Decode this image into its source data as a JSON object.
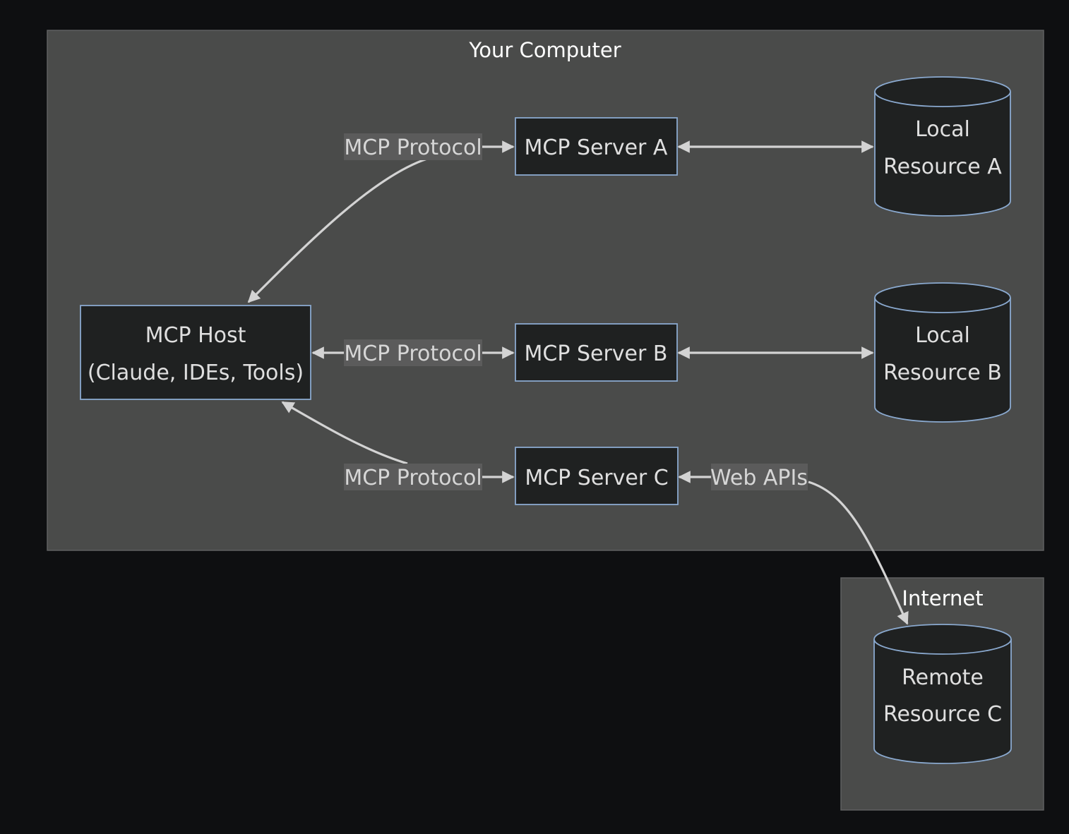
{
  "clusters": {
    "computer": {
      "title": "Your Computer"
    },
    "internet": {
      "title": "Internet"
    }
  },
  "nodes": {
    "host": {
      "line1": "MCP Host",
      "line2": "(Claude, IDEs, Tools)"
    },
    "server_a": {
      "label": "MCP Server A"
    },
    "server_b": {
      "label": "MCP Server B"
    },
    "server_c": {
      "label": "MCP Server C"
    },
    "resource_a": {
      "line1": "Local",
      "line2": "Resource A"
    },
    "resource_b": {
      "line1": "Local",
      "line2": "Resource B"
    },
    "resource_c": {
      "line1": "Remote",
      "line2": "Resource C"
    }
  },
  "edges": {
    "host_a": {
      "label": "MCP Protocol"
    },
    "host_b": {
      "label": "MCP Protocol"
    },
    "host_c": {
      "label": "MCP Protocol"
    },
    "c_remote": {
      "label": "Web APIs"
    }
  },
  "colors": {
    "background": "#0e0f11",
    "cluster_fill": "#4a4b4a",
    "node_fill": "#1f2121",
    "node_stroke": "#8aa9cf",
    "edge": "#d3d3d3"
  }
}
